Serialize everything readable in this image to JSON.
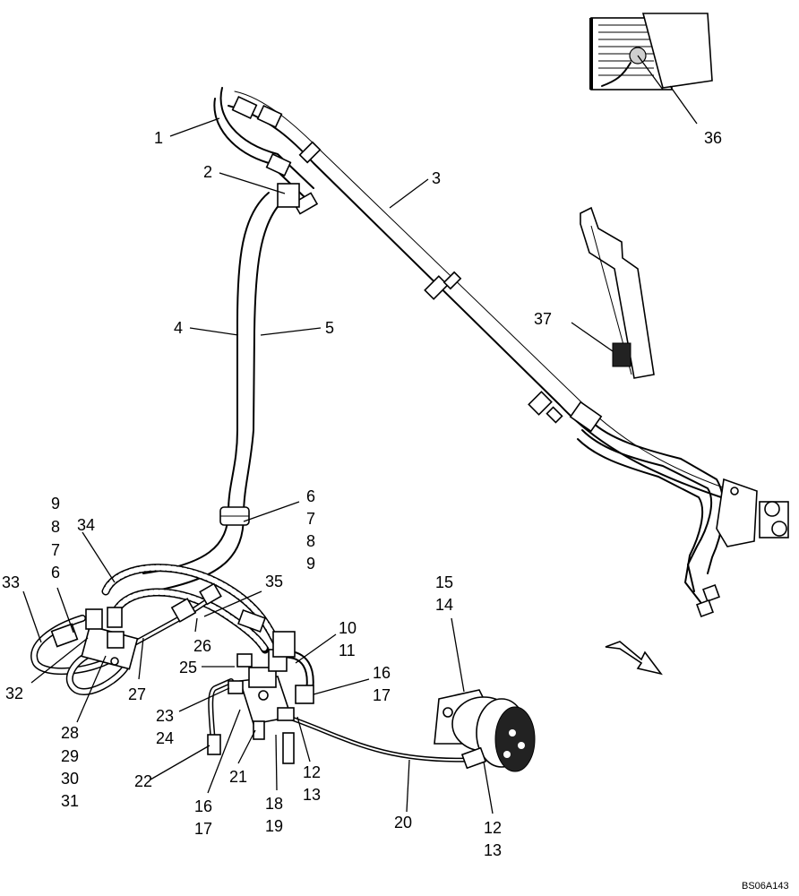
{
  "drawing_code": "BS06A143",
  "callouts": {
    "c1": "1",
    "c2": "2",
    "c3": "3",
    "c4": "4",
    "c5": "5",
    "c6_9_right": [
      "6",
      "7",
      "8",
      "9"
    ],
    "c9_6_left": [
      "9",
      "8",
      "7",
      "6"
    ],
    "c10_11": [
      "10",
      "11"
    ],
    "c12_13_mid": [
      "12",
      "13"
    ],
    "c12_13_motor": [
      "12",
      "13"
    ],
    "c14_15": [
      "15",
      "14"
    ],
    "c16_17_right": [
      "16",
      "17"
    ],
    "c16_17_left": [
      "16",
      "17"
    ],
    "c18_19": [
      "18",
      "19"
    ],
    "c20": "20",
    "c21": "21",
    "c22": "22",
    "c23_24": [
      "23",
      "24"
    ],
    "c25": "25",
    "c26": "26",
    "c27": "27",
    "c28_31": [
      "28",
      "29",
      "30",
      "31"
    ],
    "c32": "32",
    "c33": "33",
    "c34": "34",
    "c35": "35",
    "c36": "36",
    "c37": "37"
  }
}
